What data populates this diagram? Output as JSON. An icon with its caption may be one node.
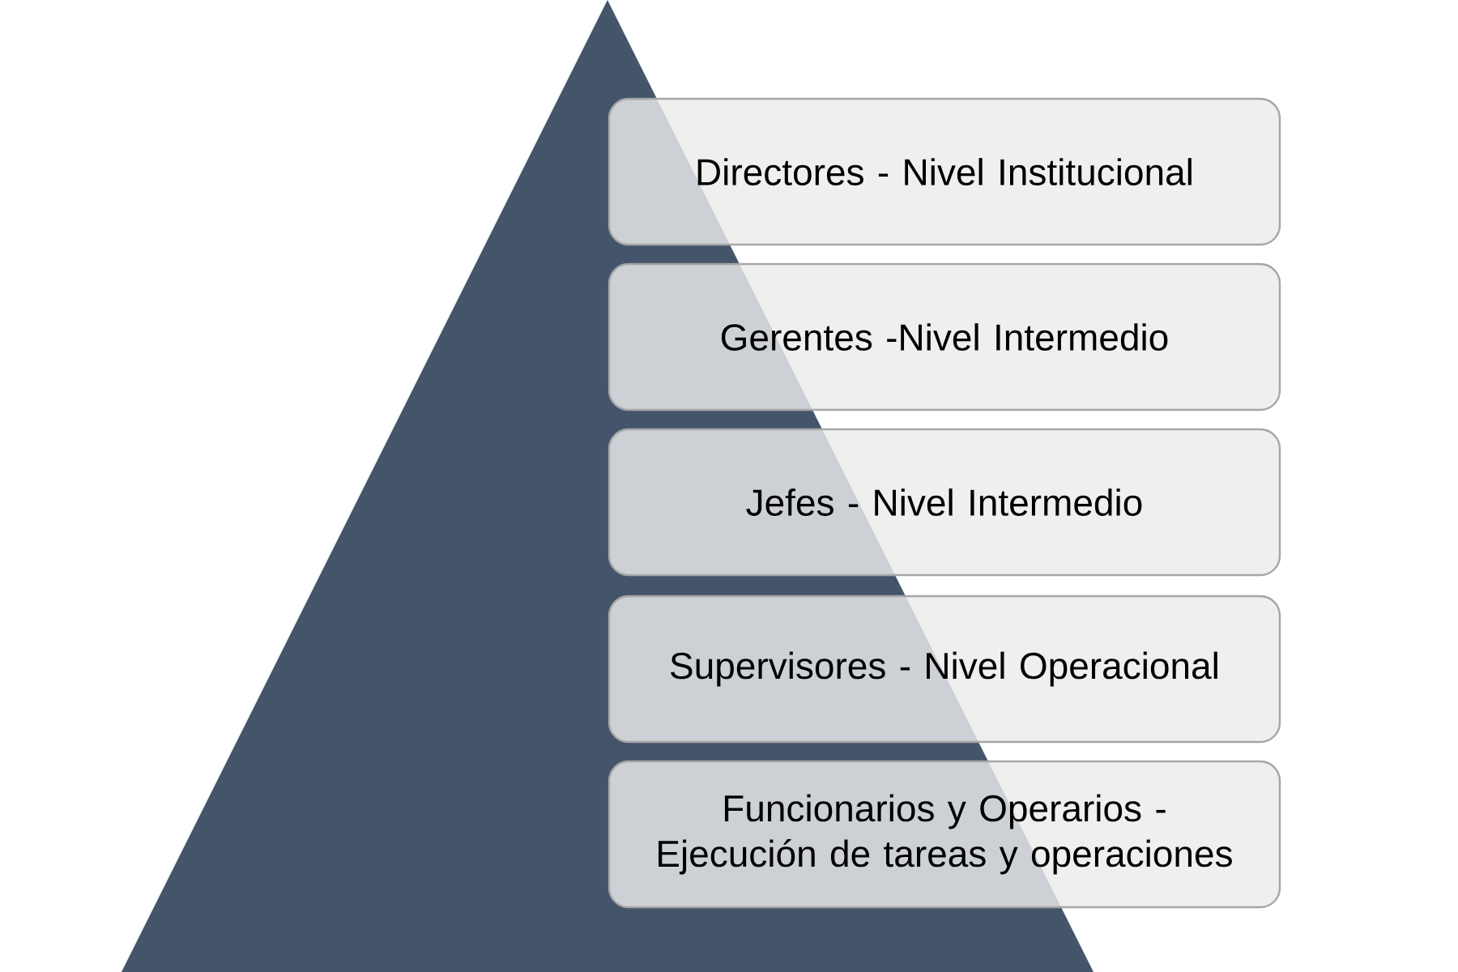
{
  "diagram": {
    "nodes": [
      {
        "text": [
          "Directores - Nivel Institucional"
        ]
      },
      {
        "text": [
          "Gerentes -Nivel Intermedio"
        ]
      },
      {
        "text": [
          "Jefes - Nivel Intermedio"
        ]
      },
      {
        "text": [
          "Supervisores - Nivel Operacional"
        ]
      },
      {
        "text": [
          "Funcionarios y Operarios - Ejecución de tareas y operaciones"
        ]
      }
    ]
  }
}
